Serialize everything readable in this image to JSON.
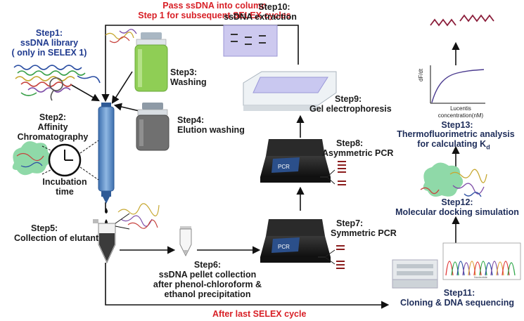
{
  "colors": {
    "red": "#d81f26",
    "blue": "#1f3a8f",
    "navy": "#1e2d5a",
    "column": "#5f8fc4",
    "green_solution": "#8fce55",
    "gray_solution": "#707070",
    "gel": "#c9c8f0",
    "protein": "#8fd9a8"
  },
  "header": {
    "pass_line1": "Pass ssDNA into column",
    "pass_line2": "Step 1 for subsequent SELEX cycles"
  },
  "steps": {
    "step1": {
      "title": "Step1:",
      "line1": "ssDNA library",
      "line2": "( only in SELEX 1)"
    },
    "step2": {
      "title": "Step2:",
      "line1": "Affinity",
      "line2": "Chromatography"
    },
    "incubation": {
      "line1": "Incubation",
      "line2": "time"
    },
    "step3": {
      "title": "Step3:",
      "line1": "Washing"
    },
    "step4": {
      "title": "Step4:",
      "line1": "Elution washing"
    },
    "step5": {
      "title": "Step5:",
      "line1": "Collection of elutant"
    },
    "step6": {
      "title": "Step6:",
      "line1": "ssDNA pellet collection",
      "line2": "after phenol-chloroform &",
      "line3": "ethanol precipitation"
    },
    "step7": {
      "title": "Step7:",
      "line1": "Symmetric PCR"
    },
    "step8": {
      "title": "Step8:",
      "line1": "Asymmetric PCR"
    },
    "step9": {
      "title": "Step9:",
      "line1": "Gel electrophoresis"
    },
    "step10": {
      "title": "Step10:",
      "line1": "ssDNA extraction"
    },
    "step11": {
      "title": "Step11:",
      "line1": "Cloning & DNA sequencing"
    },
    "step12": {
      "title": "Step12:",
      "line1": "Molecular docking simulation"
    },
    "step13": {
      "title": "Step13:",
      "line1": "Thermofluorimetric analysis",
      "line2": "for calculating K",
      "line2_sub": "d"
    }
  },
  "footer": {
    "after_last": "After last SELEX cycle"
  },
  "pcr_label": "PCR",
  "kd_plot": {
    "ylabel": "dF/dt",
    "xlabel_line1": "Lucentis",
    "xlabel_line2": "concentration(nM)"
  },
  "sequencer_axis_label": "Nucleotide"
}
